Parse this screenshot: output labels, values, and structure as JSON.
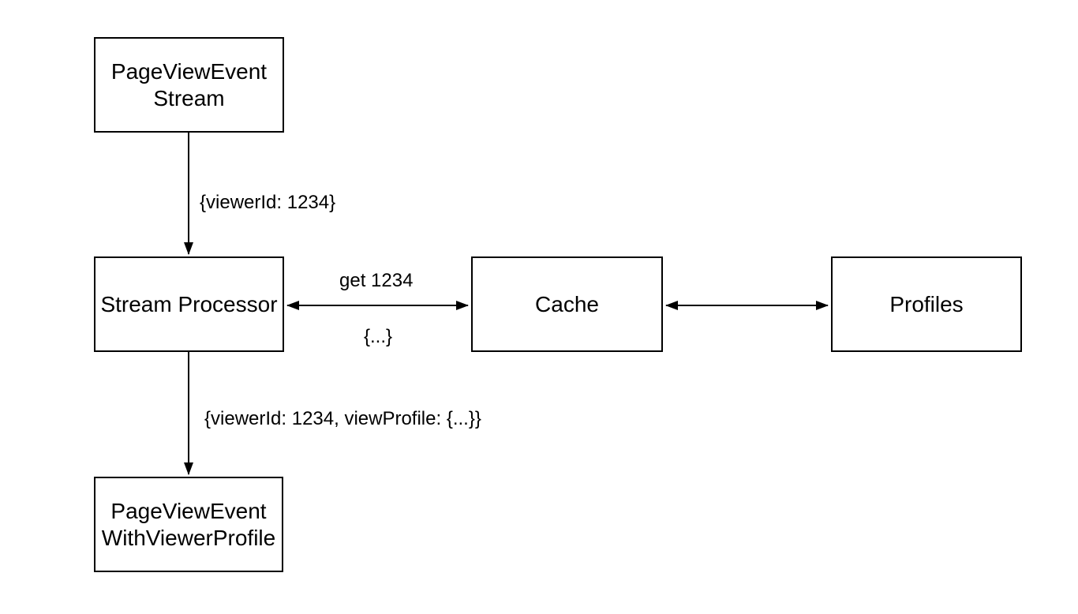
{
  "diagram": {
    "background_color": "#ffffff",
    "node_fill_color": "#ffffff",
    "node_border_color": "#000000",
    "line_color": "#000000",
    "text_color": "#000000",
    "nodes": [
      {
        "id": "page-view-event-stream",
        "label": "PageViewEvent\nStream"
      },
      {
        "id": "stream-processor",
        "label": "Stream Processor"
      },
      {
        "id": "cache",
        "label": "Cache"
      },
      {
        "id": "profiles",
        "label": "Profiles"
      },
      {
        "id": "page-view-event-with-viewer-profile",
        "label": "PageViewEvent\nWithViewerProfile"
      }
    ],
    "edges": [
      {
        "from": "PageViewEvent Stream",
        "to": "Stream Processor",
        "direction": "one-way-down",
        "label": "{viewerId: 1234}"
      },
      {
        "from": "Stream Processor",
        "to": "Cache",
        "direction": "bidirectional",
        "label_above": "get 1234",
        "label_below": "{...}"
      },
      {
        "from": "Cache",
        "to": "Profiles",
        "direction": "bidirectional"
      },
      {
        "from": "Stream Processor",
        "to": "PageViewEvent WithViewerProfile",
        "direction": "one-way-down",
        "label": "{viewerId: 1234, viewProfile: {...}}"
      }
    ]
  }
}
